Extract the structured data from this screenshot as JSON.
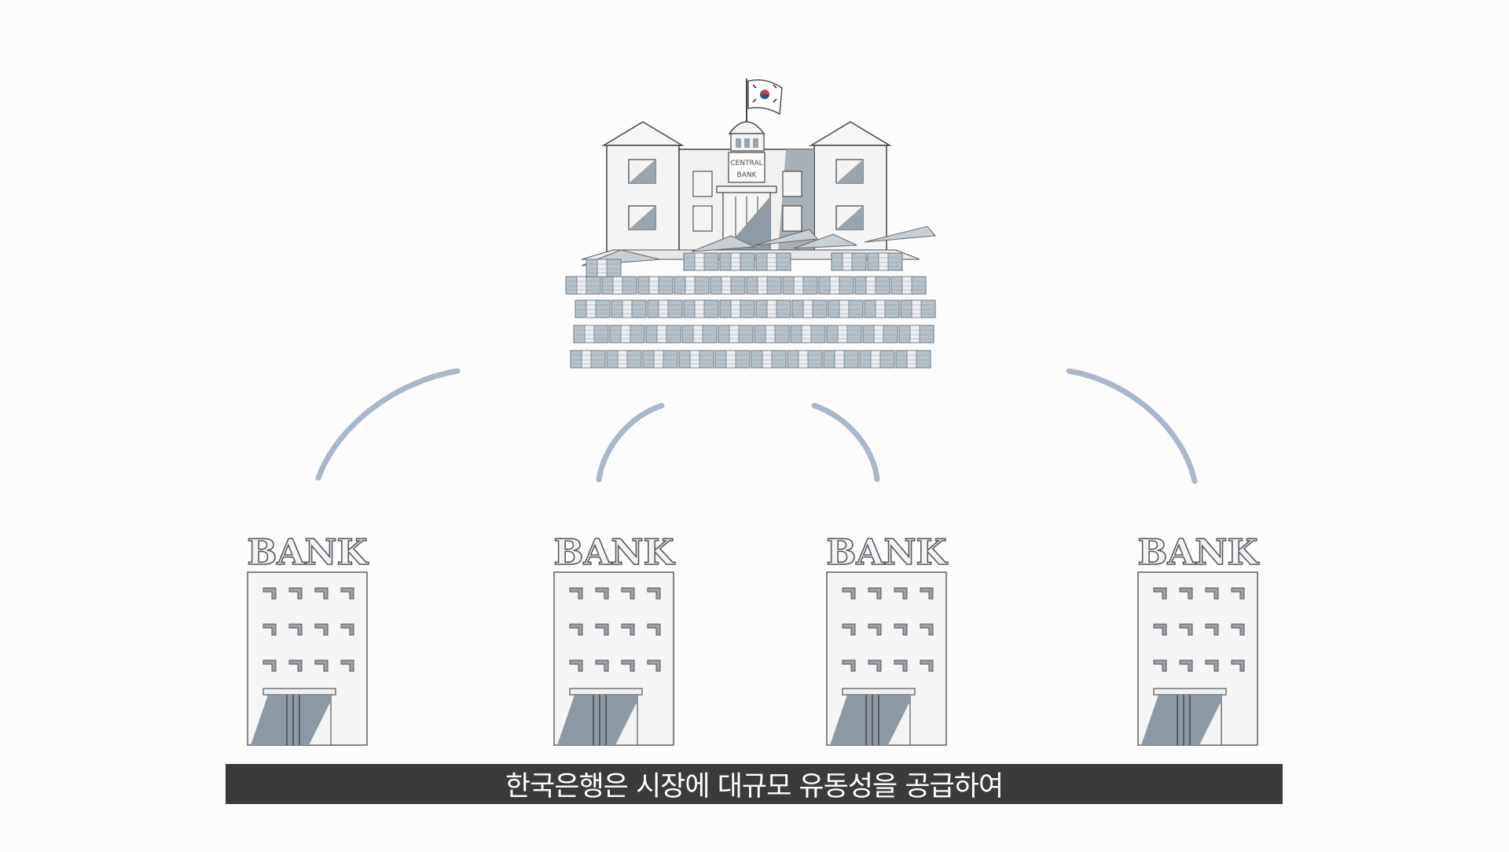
{
  "scene": {
    "central_bank": {
      "sign_line1": "CENTRAL",
      "sign_line2": "BANK",
      "icon": "central-bank-building-with-flag"
    },
    "banks": [
      {
        "label": "BANK"
      },
      {
        "label": "BANK"
      },
      {
        "label": "BANK"
      },
      {
        "label": "BANK"
      }
    ],
    "arrow_color": "#a9b8c8",
    "shade_color": "#8c99a4"
  },
  "subtitle": {
    "text": "한국은행은 시장에 대규모 유동성을 공급하여"
  }
}
